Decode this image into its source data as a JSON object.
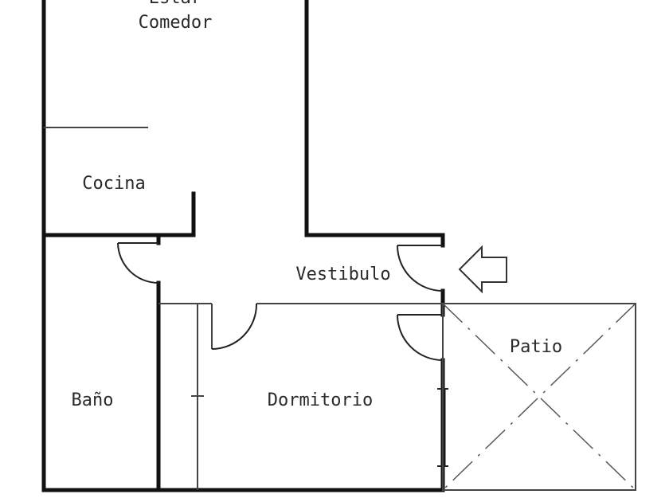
{
  "rooms": {
    "estar_comedor_line1": "Estar",
    "estar_comedor_line2": "Comedor",
    "cocina": "Cocina",
    "vestibulo": "Vestibulo",
    "bano": "Baño",
    "dormitorio": "Dormitorio",
    "patio": "Patio"
  },
  "colors": {
    "wall": "#111111",
    "thin_line": "#444444",
    "text": "#2b2b2b",
    "background": "#ffffff"
  },
  "icons": {
    "entrance": "entrance-arrow-icon"
  }
}
